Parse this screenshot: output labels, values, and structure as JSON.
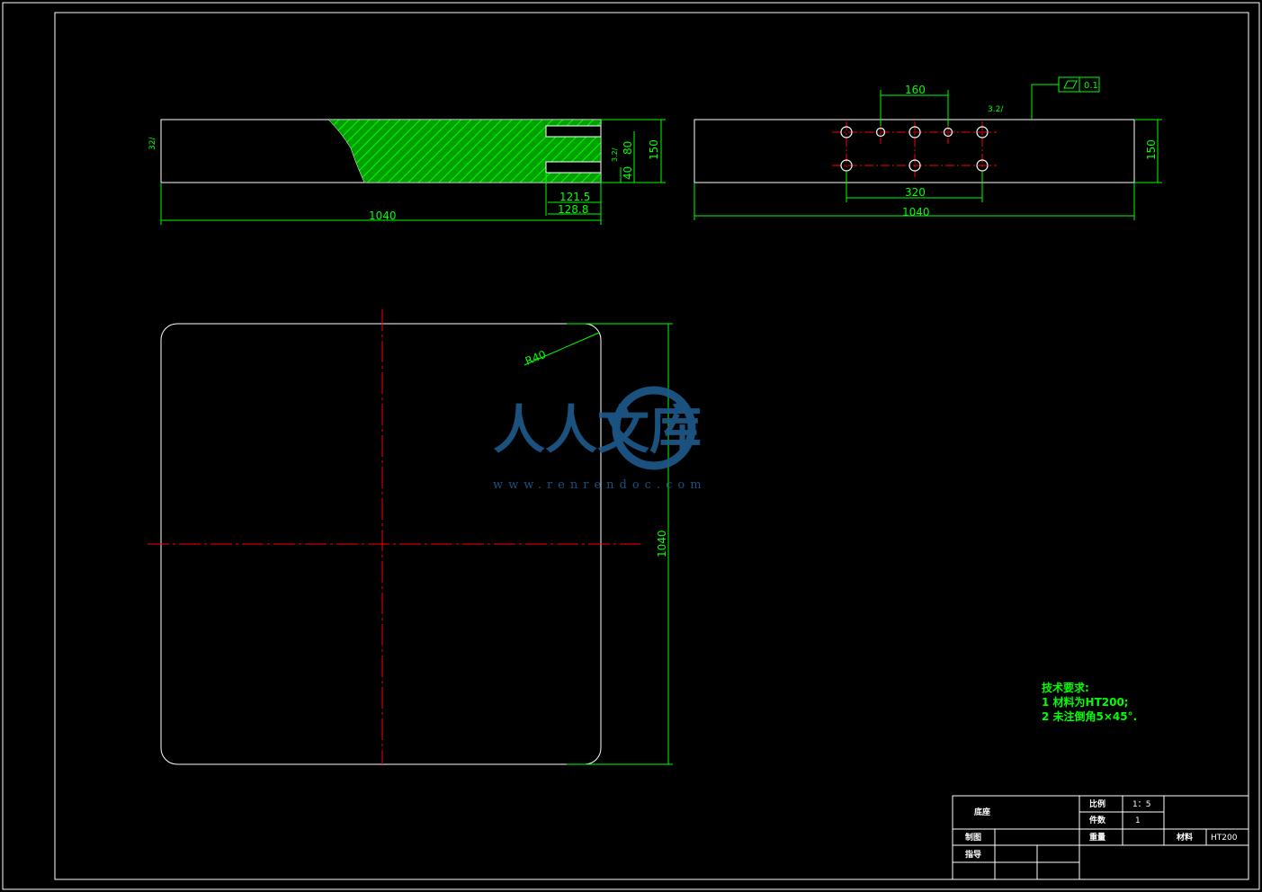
{
  "drawing": {
    "front_view": {
      "dims": {
        "length": "1040",
        "hole_depth_a": "121.5",
        "hole_depth_b": "128.8",
        "height": "150",
        "h80": "80",
        "h40": "40",
        "roughness": "32/",
        "roughness_mark": "3.2/"
      }
    },
    "side_view": {
      "dims": {
        "spacing_small": "160",
        "spacing_large": "320",
        "length": "1040",
        "height": "150",
        "roughness": "3.2/",
        "tolerance": "0.1"
      }
    },
    "top_view": {
      "dims": {
        "radius": "R40",
        "side": "1040"
      }
    },
    "notes": {
      "title": "技术要求:",
      "items": [
        "1  材料为HT200;",
        "2  未注倒角5×45°."
      ]
    },
    "title_block": {
      "part_name": "底座",
      "scale_label": "比例",
      "scale_value": "1：5",
      "count_label": "件数",
      "count_value": "1",
      "weight_label": "重量",
      "material_label": "材料",
      "material_value": "HT200",
      "drawn_label": "制图",
      "guide_label": "指导"
    },
    "watermark": {
      "text": "人人文库",
      "url": "www.renrendoc.com"
    }
  },
  "colors": {
    "background": "#000000",
    "outline": "#ffffff",
    "dimension": "#00ff00",
    "centerline": "#ff0000",
    "hatch": "#00cc00"
  }
}
